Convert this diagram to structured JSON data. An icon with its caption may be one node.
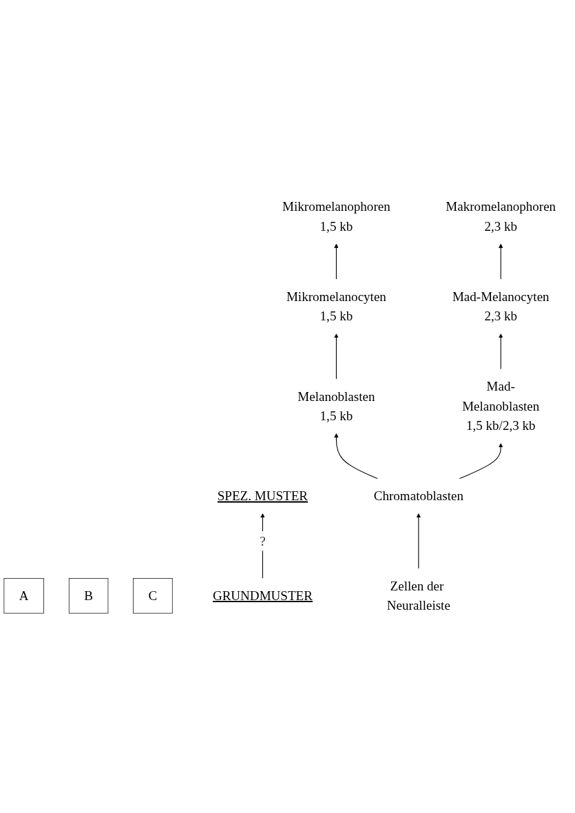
{
  "diagram": {
    "nodes": [
      {
        "text": [
          "A"
        ]
      },
      {
        "text": [
          "B"
        ]
      },
      {
        "text": [
          "C"
        ]
      },
      {
        "text": [
          "GRUNDMUSTER"
        ]
      },
      {
        "text": [
          "SPEZ. MUSTER"
        ]
      },
      {
        "text": [
          "Mikromelanophoren",
          "1,5 kb"
        ]
      },
      {
        "text": [
          "Makromelanophoren",
          "2,3 kb"
        ]
      },
      {
        "text": [
          "Mikromelanocyten",
          "1,5 kb"
        ]
      },
      {
        "text": [
          "Mad-Melanocyten",
          "2,3 kb"
        ]
      },
      {
        "text": [
          "Melanoblasten",
          "1,5 kb"
        ]
      },
      {
        "text": [
          "Mad-Melanoblasten",
          "1,5 kb/2,3 kb"
        ]
      },
      {
        "text": [
          "Chromatoblasten"
        ]
      },
      {
        "text": [
          "Zellen der Neuralleiste"
        ]
      }
    ],
    "edges": [
      {
        "from": 3,
        "to": 4,
        "arrow": "to",
        "label": "?"
      },
      {
        "from": 7,
        "to": 5,
        "arrow": "to"
      },
      {
        "from": 8,
        "to": 6,
        "arrow": "to"
      },
      {
        "from": 9,
        "to": 7,
        "arrow": "to"
      },
      {
        "from": 10,
        "to": 8,
        "arrow": "to"
      },
      {
        "from": 11,
        "to": 9,
        "arrow": "to"
      },
      {
        "from": 11,
        "to": 10,
        "arrow": "to"
      },
      {
        "from": 12,
        "to": 11,
        "arrow": "to"
      }
    ]
  }
}
